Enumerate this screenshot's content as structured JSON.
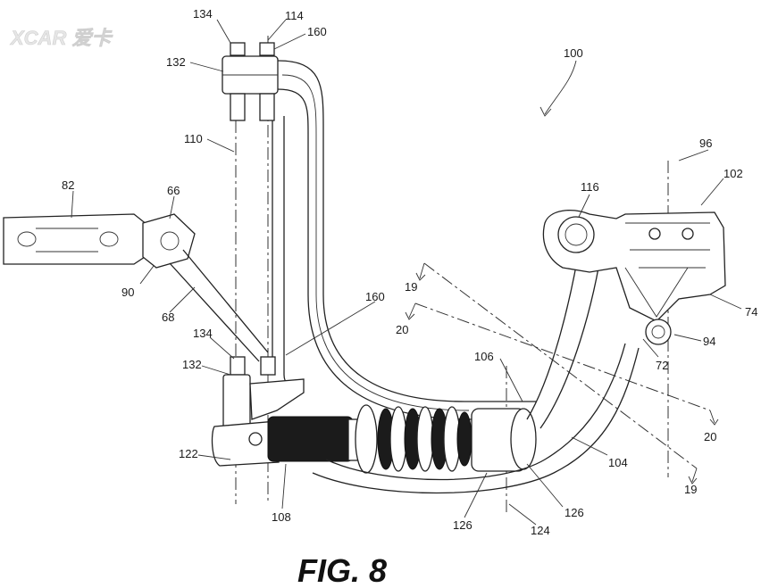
{
  "watermark": {
    "logo_text": "XCAR 爱卡"
  },
  "caption": "FIG. 8",
  "labels": {
    "l100": "100",
    "l134a": "134",
    "l114": "114",
    "l160a": "160",
    "l132a": "132",
    "l110": "110",
    "l82": "82",
    "l66": "66",
    "l90": "90",
    "l68": "68",
    "l160b": "160",
    "l134b": "134",
    "l132b": "132",
    "l122": "122",
    "l108": "108",
    "l126a": "126",
    "l126b": "126",
    "l124": "124",
    "l106": "106",
    "l104": "104",
    "l116": "116",
    "l96": "96",
    "l102": "102",
    "l74": "74",
    "l94": "94",
    "l72": "72",
    "l19a": "19",
    "l20a": "20",
    "l20b": "20",
    "l19b": "19"
  }
}
